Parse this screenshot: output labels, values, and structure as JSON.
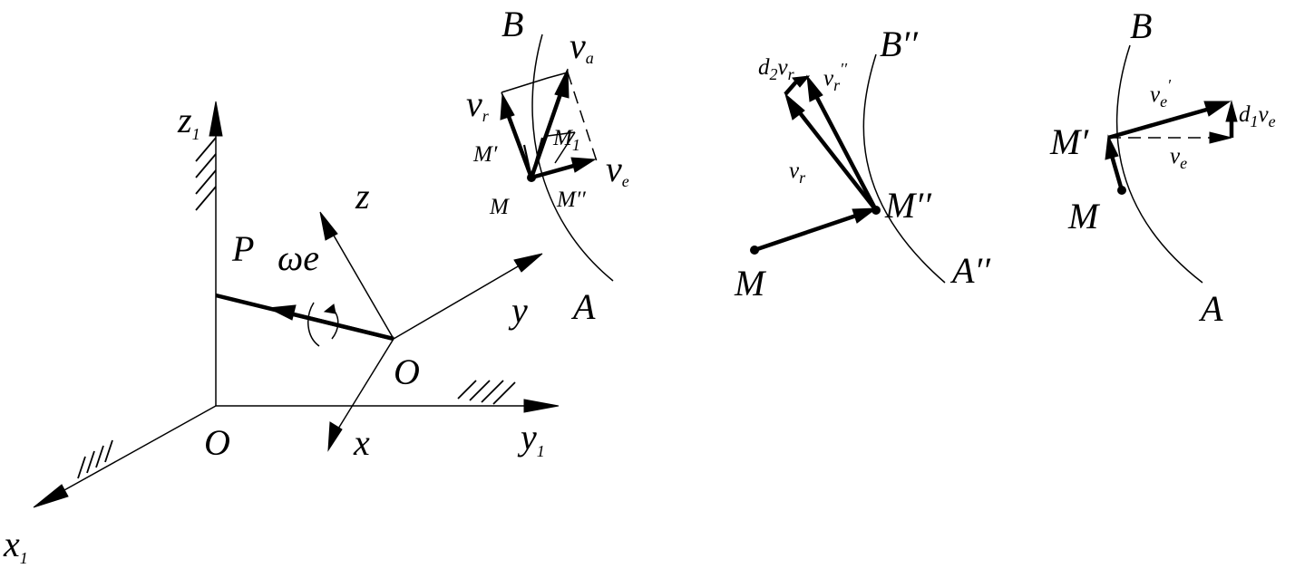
{
  "panel_main": {
    "axis_x1": "x",
    "axis_x1_sub": "1",
    "axis_y1": "y",
    "axis_y1_sub": "1",
    "axis_z1": "z",
    "axis_z1_sub": "1",
    "origin_fixed": "O",
    "origin_moving": "O",
    "axis_x": "x",
    "axis_y": "y",
    "axis_z": "z",
    "label_P": "P",
    "label_omega": "ωe"
  },
  "panel_velocity": {
    "curve_start": "A",
    "curve_end": "B",
    "v_a": "v",
    "v_a_sub": "a",
    "v_r": "v",
    "v_r_sub": "r",
    "v_e": "v",
    "v_e_sub": "e",
    "point_M": "M",
    "point_M1": "M",
    "point_M1_sub": "1",
    "point_M_prime": "M′",
    "point_M_dprime": "M′′"
  },
  "panel_relative": {
    "curve_start": "A′′",
    "curve_end": "B′′",
    "point_M": "M",
    "point_M_dprime": "M′′",
    "v_r": "v",
    "v_r_sub": "r",
    "v_r_dprime": "v",
    "v_r_dprime_sub": "r",
    "v_r_dprime_sup": "′′",
    "d2vr_d": "d",
    "d2vr_d_sub": "2",
    "d2vr_v": "v",
    "d2vr_v_sub": "r"
  },
  "panel_transport": {
    "curve_start": "A",
    "curve_end": "B",
    "point_M": "M",
    "point_M_prime": "M′",
    "v_e_prime": "v",
    "v_e_prime_sub": "e",
    "v_e_prime_sup": "′",
    "v_e": "v",
    "v_e_sub": "e",
    "d1ve_d": "d",
    "d1ve_d_sub": "1",
    "d1ve_v": "v",
    "d1ve_v_sub": "e"
  }
}
